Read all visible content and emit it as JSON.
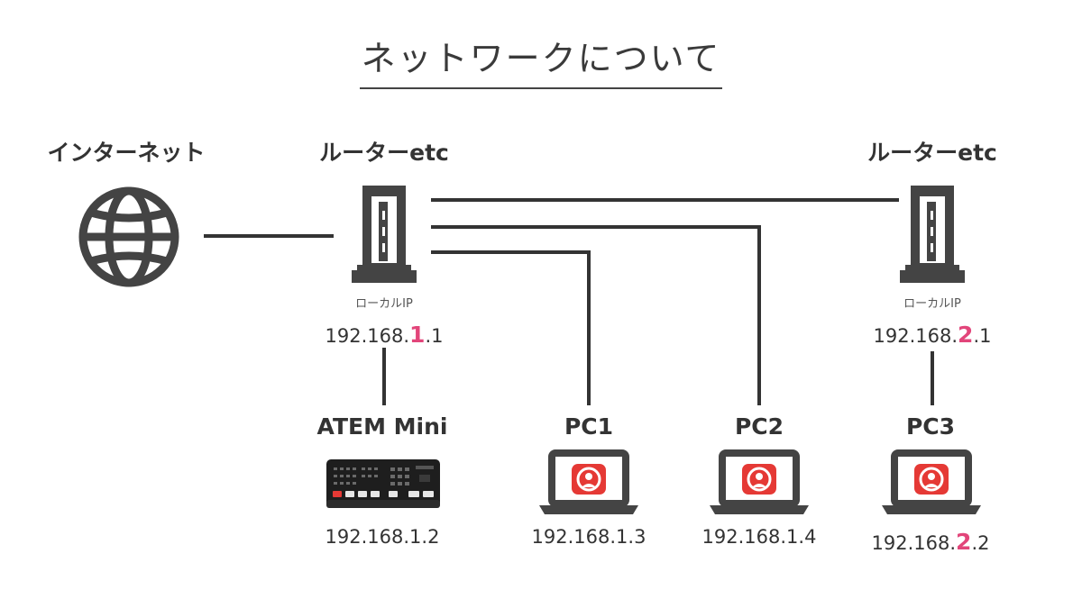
{
  "title": "ネットワークについて",
  "internet": {
    "label": "インターネット"
  },
  "router1": {
    "label": "ルーターetc",
    "local_ip_label": "ローカルIP",
    "ip_prefix": "192.168.",
    "ip_highlight": "1",
    "ip_suffix": ".1"
  },
  "router2": {
    "label": "ルーターetc",
    "local_ip_label": "ローカルIP",
    "ip_prefix": "192.168.",
    "ip_highlight": "2",
    "ip_suffix": ".1"
  },
  "atem": {
    "label": "ATEM Mini",
    "ip": "192.168.1.2"
  },
  "pc1": {
    "label": "PC1",
    "ip": "192.168.1.3"
  },
  "pc2": {
    "label": "PC2",
    "ip": "192.168.1.4"
  },
  "pc3": {
    "label": "PC3",
    "ip_prefix": "192.168.",
    "ip_highlight": "2",
    "ip_suffix": ".2"
  },
  "colors": {
    "line": "#333333",
    "icon": "#444444",
    "highlight": "#e2457a",
    "app_icon_red": "#e53935"
  },
  "icons": {
    "internet": "globe-icon",
    "router": "router-icon",
    "switcher": "atem-mini-device",
    "pc": "laptop-icon",
    "app": "live-stream-app-icon"
  }
}
